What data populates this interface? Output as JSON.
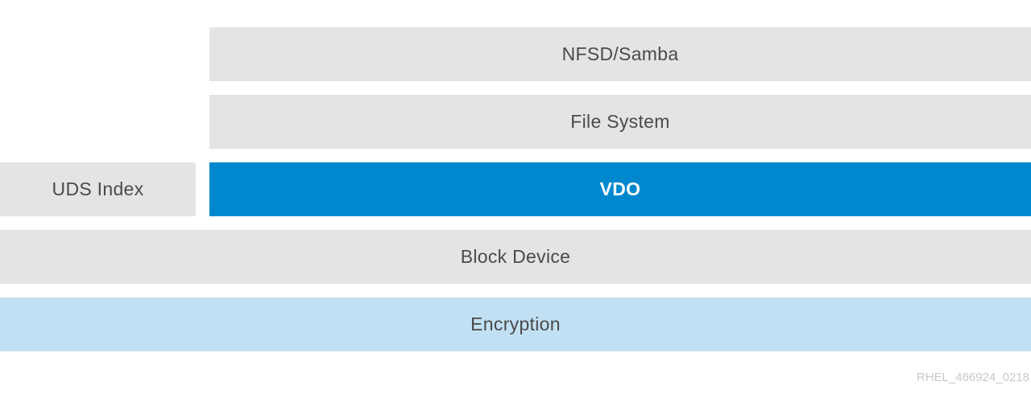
{
  "layers": {
    "nfsd_samba": "NFSD/Samba",
    "file_system": "File System",
    "uds_index": "UDS Index",
    "vdo": "VDO",
    "block_device": "Block Device",
    "encryption": "Encryption"
  },
  "figure_id": "RHEL_466924_0218",
  "colors": {
    "gray_layer": "#e4e4e4",
    "vdo_layer": "#0088ce",
    "encryption_layer": "#c2e0f3",
    "text": "#4a4a4a"
  }
}
